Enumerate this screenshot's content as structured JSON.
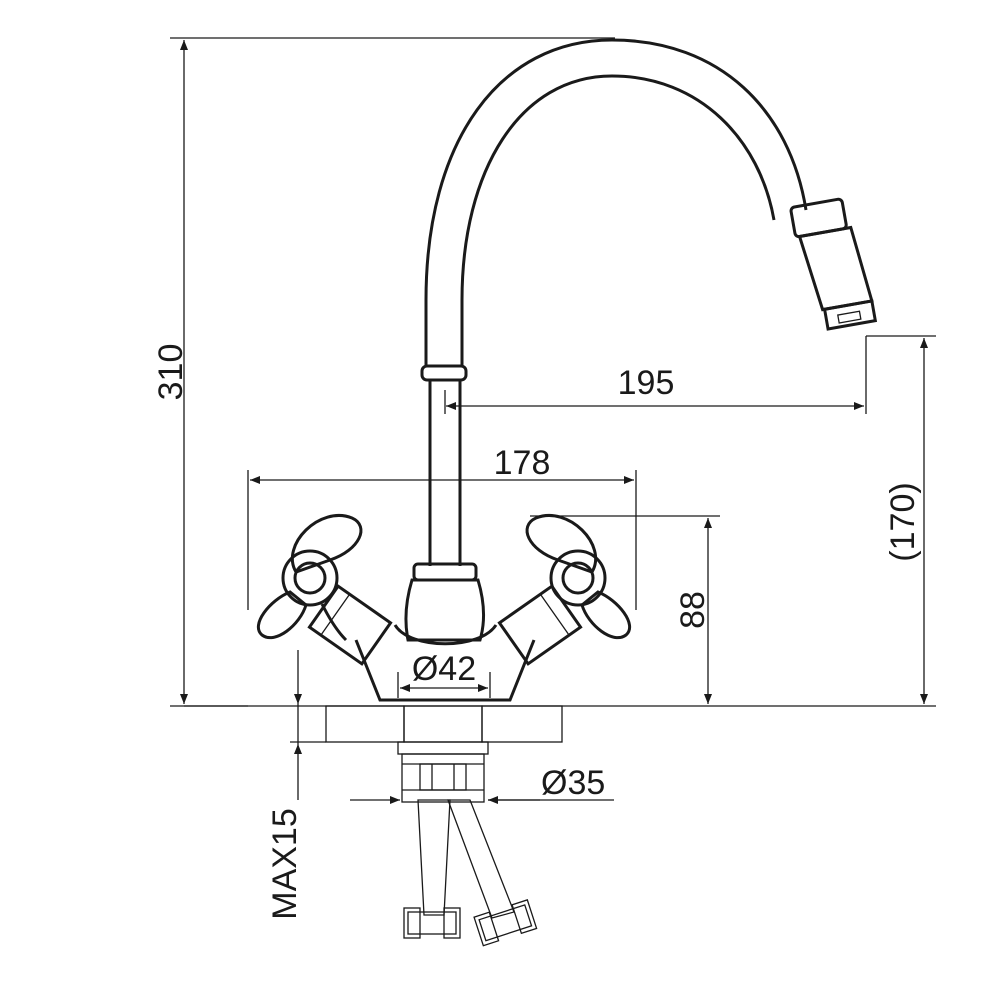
{
  "diagram": {
    "dimensions": {
      "total_height": "310",
      "spout_reach": "195",
      "handle_span": "178",
      "body_height": "88",
      "spout_clearance": "(170)",
      "base_diameter": "Ø42",
      "hole_diameter": "Ø35",
      "max_deck_thickness": "MAX15"
    },
    "colors": {
      "line": "#1a1a1a",
      "background": "#ffffff"
    }
  }
}
